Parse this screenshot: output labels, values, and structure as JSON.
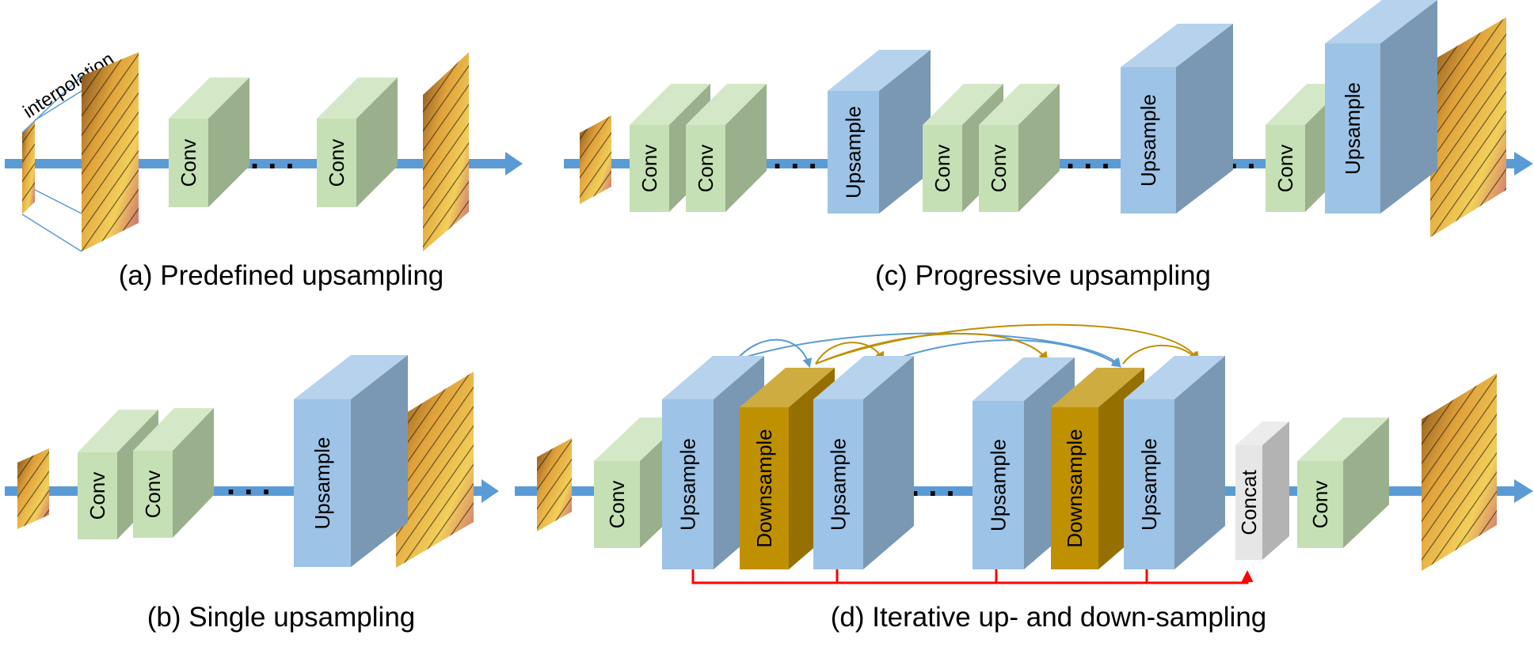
{
  "labels": {
    "conv": "Conv",
    "upsample": "Upsample",
    "downsample": "Downsample",
    "concat": "Concat",
    "interpolation": "interpolation",
    "ellipsis": ". . ."
  },
  "captions": {
    "a": "(a) Predefined upsampling",
    "b": "(b) Single upsampling",
    "c": "(c) Progressive upsampling",
    "d": "(d) Iterative up- and down-sampling"
  },
  "colors": {
    "conv": "#c5e0b4",
    "upsample": "#9dc3e6",
    "downsample": "#bf9000",
    "concat": "#e7e6e6",
    "flow_arrow": "#5b9bd5",
    "concat_line": "#ff0000",
    "skip_blue": "#5b9bd5",
    "skip_gold": "#bf9000"
  }
}
